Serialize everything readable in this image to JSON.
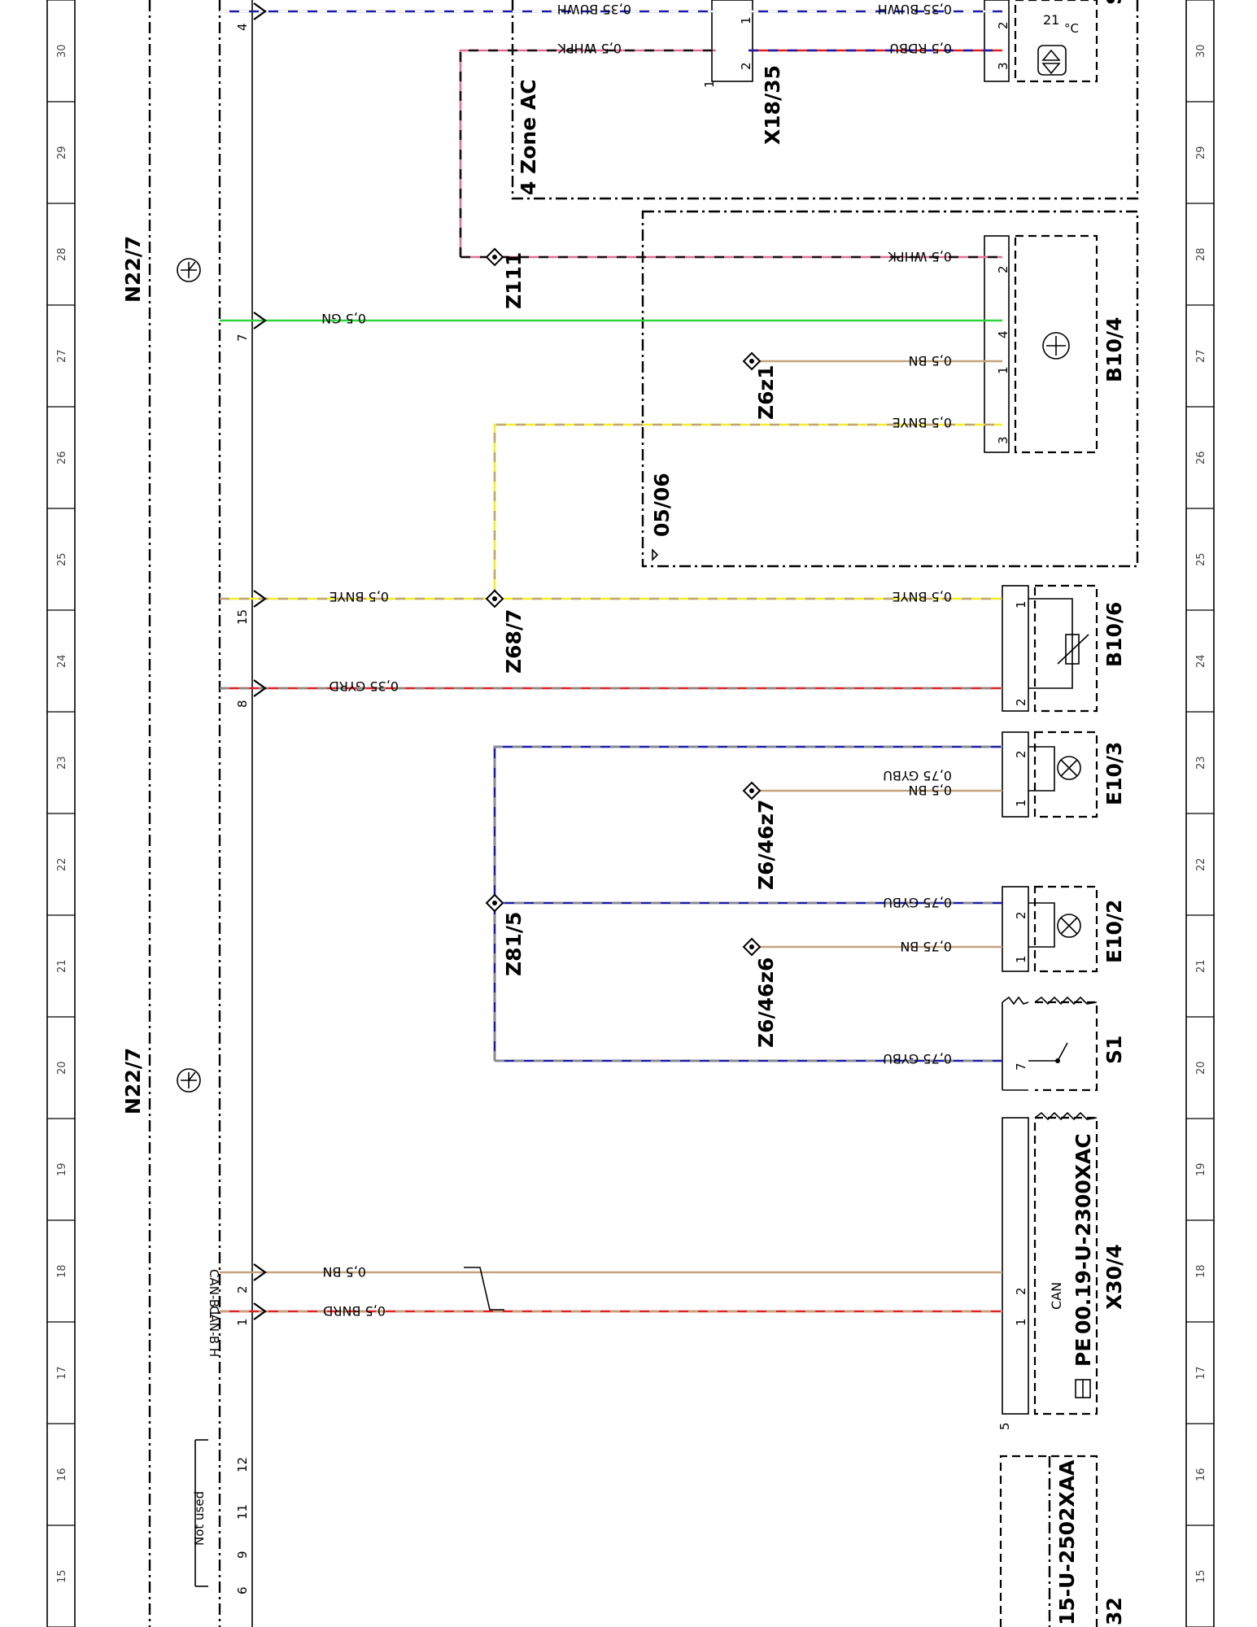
{
  "rows": [
    "15",
    "16",
    "17",
    "18",
    "19",
    "20",
    "21",
    "22",
    "23",
    "24",
    "25",
    "26",
    "27",
    "28",
    "29",
    "30"
  ],
  "control_unit": {
    "label_upper": "N22/7",
    "label_lower": "N22/7",
    "pins": {
      "p4": "4",
      "p7": "7",
      "p15": "15",
      "p8": "8",
      "p2": "2",
      "p1": "1",
      "p12": "12",
      "p11": "11",
      "p9": "9",
      "p6": "6"
    },
    "can_low": "CAN-B L",
    "can_high": "CAN-B H",
    "not_used": "Not used"
  },
  "zone": {
    "label": "4 Zone AC",
    "variant": "05/06"
  },
  "connectors": {
    "x18_35": {
      "label": "X18/35",
      "pin1": "1",
      "pin2": "2",
      "pin_extra": "1"
    },
    "x30_4": {
      "label": "X30/4",
      "pin1": "1",
      "pin2": "2",
      "pin5": "5",
      "bus": "CAN",
      "ref_prefix": "PE",
      "ref_code": "00.19-U-2300XAC"
    },
    "ref_bottom": {
      "code": "15-U-2502XAA",
      "suffix": "32"
    }
  },
  "components": {
    "s_top": {
      "label": "S",
      "display": "21",
      "unit": "°C",
      "pin2": "2",
      "pin3": "3"
    },
    "b10_4": {
      "label": "B10/4",
      "pin1": "1",
      "pin2": "2",
      "pin3": "3",
      "pin4": "4"
    },
    "b10_6": {
      "label": "B10/6",
      "pin1": "1",
      "pin2": "2"
    },
    "e10_3": {
      "label": "E10/3",
      "pin1": "1",
      "pin2": "2"
    },
    "e10_2": {
      "label": "E10/2",
      "pin1": "1",
      "pin2": "2"
    },
    "s1": {
      "label": "S1",
      "pin7": "7"
    }
  },
  "splices": {
    "z111": "Z111",
    "z6z1": "Z6z1",
    "z68_7": "Z68/7",
    "z6_46z7": "Z6/46z7",
    "z81_5": "Z81/5",
    "z6_46z6": "Z6/46z6"
  },
  "wires": {
    "w_buwh_left": "0,35 BUWH",
    "w_buwh_right": "0,35 BUWH",
    "w_whpk_top": "0,5 WHPK",
    "w_rdbu": "0,5 RDBU",
    "w_whpk_b104": "0,5 WHPK",
    "w_gn": "0,5 GN",
    "w_bn_b104": "0,5 BN",
    "w_bnye_b104": "0,5 BNYE",
    "w_bnye_cu": "0,5 BNYE",
    "w_bnye_b106": "0,5 BNYE",
    "w_gyrd": "0,35 GYRD",
    "w_gybu_e103": "0,75 GYBU",
    "w_bn_e103": "0,5 BN",
    "w_gybu_e102": "0,75 GYBU",
    "w_bn_e102": "0,75 BN",
    "w_gybu_s1": "0,75 GYBU",
    "w_bn_can": "0,5 BN",
    "w_bnrd_can": "0,5 BNRD"
  },
  "wire_colors": {
    "blue": "#1a1aa8",
    "white": "#ffffff",
    "pink": "#e0709a",
    "black": "#111111",
    "red": "#e02020",
    "green": "#2fd43a",
    "brown": "#c4a27c",
    "yellow": "#f2ef2a",
    "gray": "#8a8a8a"
  }
}
